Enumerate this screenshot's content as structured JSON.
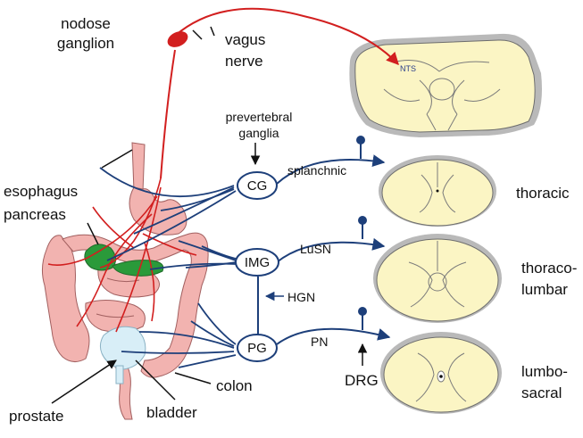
{
  "labels": {
    "nodose": [
      "nodose",
      "ganglion"
    ],
    "vagus": [
      "vagus",
      "nerve"
    ],
    "prevertebral": [
      "prevertebral",
      "ganglia"
    ],
    "esophagus": "esophagus",
    "pancreas": "pancreas",
    "splanchnic": "splanchnic",
    "lusn": "LuSN",
    "hgn": "HGN",
    "pn": "PN",
    "drg": "DRG",
    "prostate": "prostate",
    "bladder": "bladder",
    "colon": "colon",
    "nts": "NTS"
  },
  "ganglia": {
    "cg": "CG",
    "img": "IMG",
    "pg": "PG"
  },
  "spinal_levels": {
    "thoracic": [
      "thoracic"
    ],
    "thoracolumbar": [
      "thoraco-",
      "lumbar"
    ],
    "lumbosacral": [
      "lumbo-",
      "sacral"
    ]
  },
  "colors": {
    "vagal": "#d21f1f",
    "spinal": "#1d3f7a",
    "organ": "#f2b3b0",
    "cord": "#fbf5c4",
    "pancreas": "#2a9a3a",
    "bladder": "#d8eef7"
  }
}
